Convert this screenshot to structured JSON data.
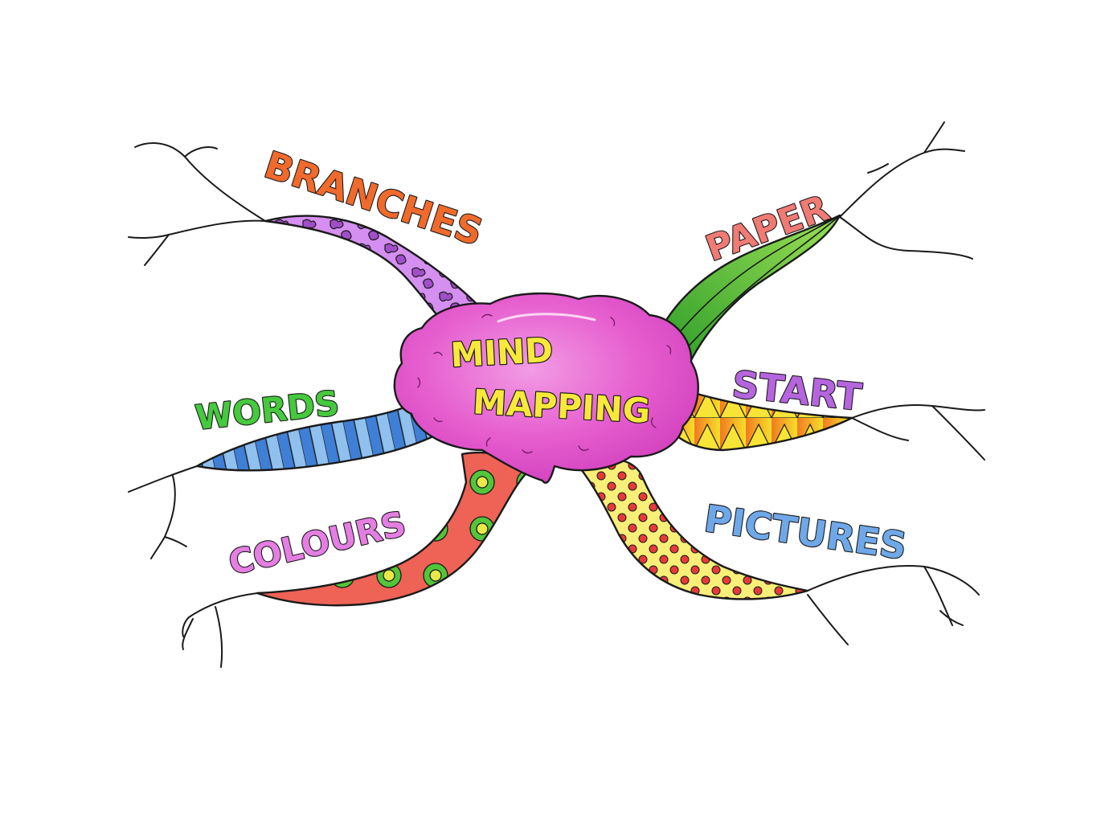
{
  "central_topic": {
    "line1": "MIND",
    "line2": "MAPPING",
    "fill_color": "#e85ad0",
    "text_color": "#f7e93a"
  },
  "branches": [
    {
      "id": "branches",
      "label": "BRANCHES",
      "color": "#f06a2c",
      "pattern": "purple blobs",
      "branch_color": "#c46ae0"
    },
    {
      "id": "paper",
      "label": "PAPER",
      "color": "#f07a74",
      "pattern": "green stripes",
      "branch_color": "#4fc93a"
    },
    {
      "id": "start",
      "label": "START",
      "color": "#b565de",
      "pattern": "orange-yellow triangles",
      "branch_color": "#f7a12a"
    },
    {
      "id": "words",
      "label": "WORDS",
      "color": "#45c93d",
      "pattern": "blue stripes",
      "branch_color": "#4f8fe0"
    },
    {
      "id": "colours",
      "label": "COLOURS",
      "color": "#e47ee2",
      "pattern": "green circles on red",
      "branch_color": "#ef6a5c"
    },
    {
      "id": "pictures",
      "label": "PICTURES",
      "color": "#6fa8e8",
      "pattern": "red dots on yellow",
      "branch_color": "#f7ee6a"
    }
  ]
}
